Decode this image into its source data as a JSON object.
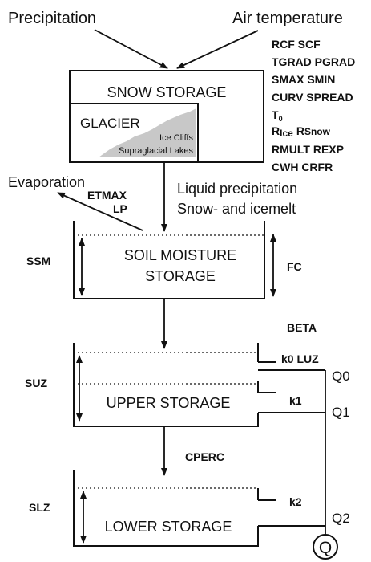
{
  "inputs": {
    "precipitation": "Precipitation",
    "air_temperature": "Air temperature"
  },
  "parameters": {
    "snow": {
      "line1": "RCF SCF",
      "line2": "TGRAD PGRAD",
      "line3": "SMAX SMIN",
      "line4": "CURV SPREAD",
      "t0_main": "T",
      "t0_sub": "0",
      "rice_main": "R",
      "rice_sub": "Ice",
      "rsnow_main": "R",
      "rsnow_sub": "Snow",
      "line7": "RMULT REXP",
      "line8": "CWH CRFR"
    },
    "evap": {
      "etmax": "ETMAX",
      "lp": "LP"
    },
    "ssm": "SSM",
    "fc": "FC",
    "beta": "BETA",
    "k0_luz": "k0 LUZ",
    "suz": "SUZ",
    "k1": "k1",
    "cperc": "CPERC",
    "slz": "SLZ",
    "k2": "k2"
  },
  "boxes": {
    "snow_storage": "SNOW STORAGE",
    "glacier": "GLACIER",
    "ice_cliffs": "Ice Cliffs",
    "supraglacial_lakes": "Supraglacial Lakes",
    "soil_line1": "SOIL MOISTURE",
    "soil_line2": "STORAGE",
    "upper_storage": "UPPER STORAGE",
    "lower_storage": "LOWER STORAGE"
  },
  "fluxes": {
    "evaporation": "Evaporation",
    "liquid_precip": "Liquid precipitation",
    "snow_icemelt": "Snow- and icemelt"
  },
  "outflows": {
    "q0": "Q0",
    "q1": "Q1",
    "q2": "Q2",
    "q_total": "Q"
  },
  "colors": {
    "line": "#111111",
    "glacier_fill": "#c8c8c8"
  }
}
